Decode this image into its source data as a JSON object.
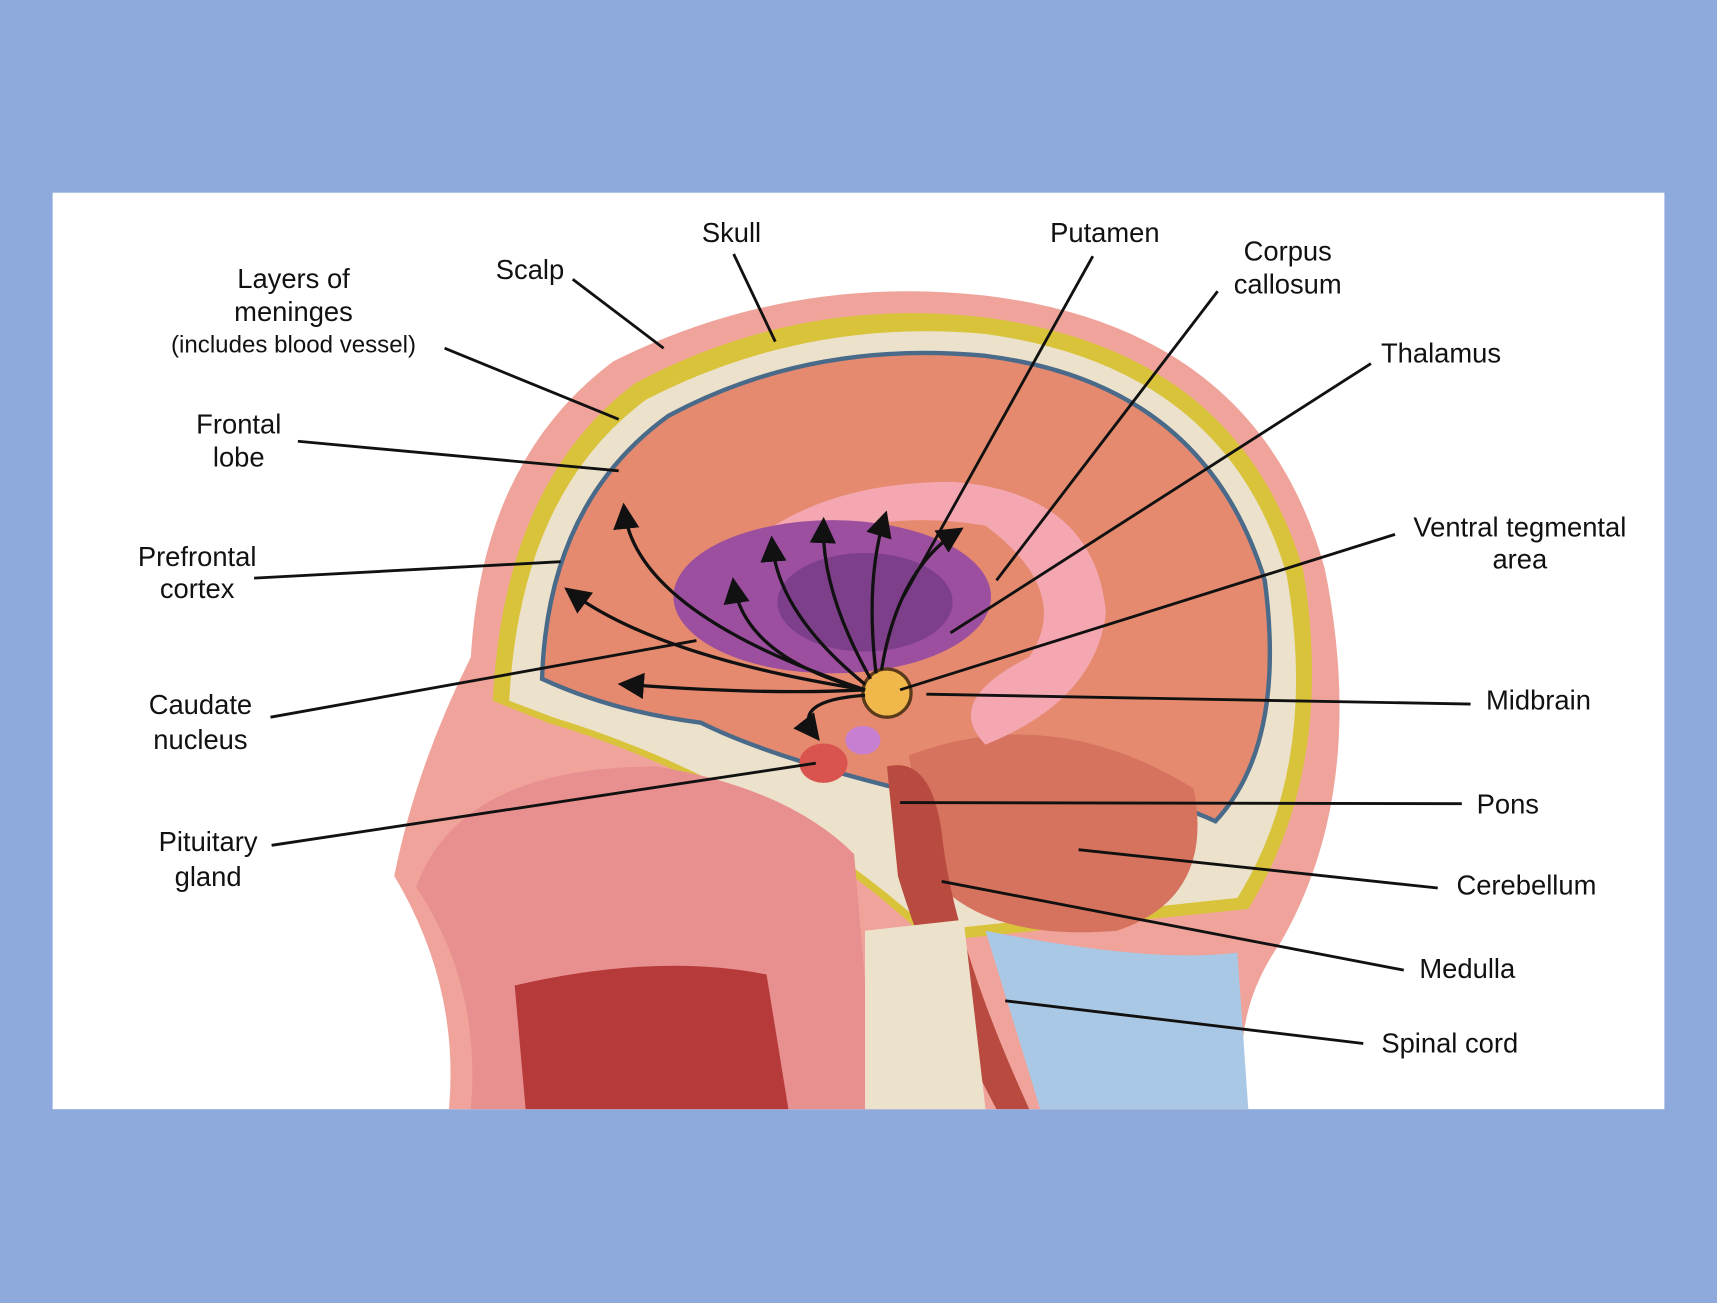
{
  "labels": {
    "skull": "Skull",
    "scalp": "Scalp",
    "meninges_1": "Layers of",
    "meninges_2": "meninges",
    "meninges_3": "(includes blood vessel)",
    "frontal_1": "Frontal",
    "frontal_2": "lobe",
    "prefrontal_1": "Prefrontal",
    "prefrontal_2": "cortex",
    "caudate_1": "Caudate",
    "caudate_2": "nucleus",
    "pituitary_1": "Pituitary",
    "pituitary_2": "gland",
    "putamen": "Putamen",
    "corpus_1": "Corpus",
    "corpus_2": "callosum",
    "thalamus": "Thalamus",
    "vta_1": "Ventral tegmental",
    "vta_2": "area",
    "midbrain": "Midbrain",
    "pons": "Pons",
    "cerebellum": "Cerebellum",
    "medulla": "Medulla",
    "spinal_cord": "Spinal cord"
  },
  "colors": {
    "background": "#8eaadc",
    "brain": "#e58a6f",
    "striatum": "#9b4f9e",
    "skin": "#f0a39a",
    "bone": "#ece2cc"
  }
}
